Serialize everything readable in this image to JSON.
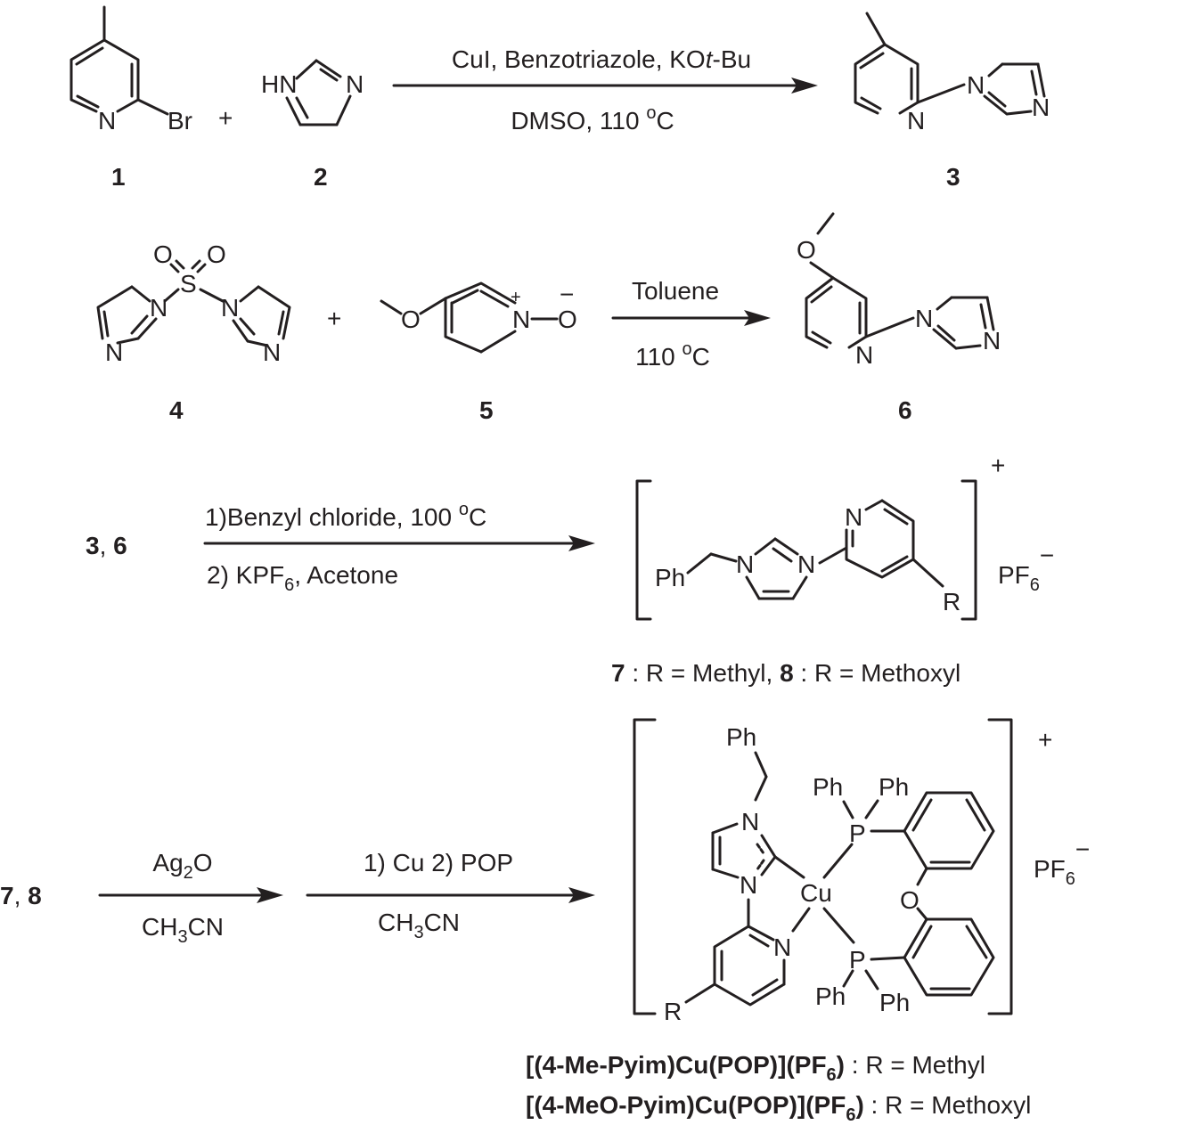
{
  "reaction1": {
    "reactant1_label": "1",
    "reactant2_label": "2",
    "product_label": "3",
    "plus": "+",
    "atoms": {
      "N": "N",
      "Br": "Br",
      "HN": "HN"
    },
    "conditions_top": {
      "pre": "CuI, Benzotriazole, KO",
      "italic": "t",
      "post": "-Bu"
    },
    "conditions_bottom": {
      "pre": "DMSO, 110 ",
      "sup": "o",
      "post": "C"
    }
  },
  "reaction2": {
    "reactant1_label": "4",
    "reactant2_label": "5",
    "product_label": "6",
    "plus": "+",
    "atoms": {
      "S": "S",
      "O": "O",
      "N": "N",
      "plus_charge": "+",
      "minus_charge": "−"
    },
    "conditions_top": "Toluene",
    "conditions_bottom": {
      "pre": "110 ",
      "sup": "o",
      "post": "C"
    }
  },
  "reaction3": {
    "reactants": {
      "a": "3",
      "sep": ", ",
      "b": "6"
    },
    "conditions_top": {
      "pre": "1)Benzyl chloride, 100 ",
      "sup": "o",
      "post": "C"
    },
    "conditions_bottom": {
      "pre": "2) KPF",
      "sub": "6",
      "post": ", Acetone"
    },
    "atoms": {
      "Ph": "Ph",
      "N": "N",
      "R": "R"
    },
    "charge": "+",
    "counterion": {
      "main": "PF",
      "sub": "6",
      "sup": "−"
    },
    "caption": {
      "a": "7",
      "a_text": " : R = Methyl, ",
      "b": "8",
      "b_text": " : R = Methoxyl"
    }
  },
  "reaction4": {
    "reactants": {
      "a": "7",
      "sep": ", ",
      "b": "8"
    },
    "step1_top": {
      "pre": "Ag",
      "sub": "2",
      "post": "O"
    },
    "step1_bottom": {
      "pre": "CH",
      "sub": "3",
      "post": "CN"
    },
    "step2_top": "1) Cu  2) POP",
    "step2_bottom": {
      "pre": "CH",
      "sub": "3",
      "post": "CN"
    },
    "atoms": {
      "Ph": "Ph",
      "N": "N",
      "Cu": "Cu",
      "P": "P",
      "O": "O",
      "R": "R"
    },
    "charge": "+",
    "counterion": {
      "main": "PF",
      "sub": "6",
      "sup": "−"
    },
    "caption1": {
      "name": "[(4-Me-Pyim)Cu(POP)](PF",
      "sub": "6",
      "close": ")",
      "text": " : R = Methyl"
    },
    "caption2": {
      "name": "[(4-MeO-Pyim)Cu(POP)](PF",
      "sub": "6",
      "close": ")",
      "text": " : R = Methoxyl"
    }
  }
}
